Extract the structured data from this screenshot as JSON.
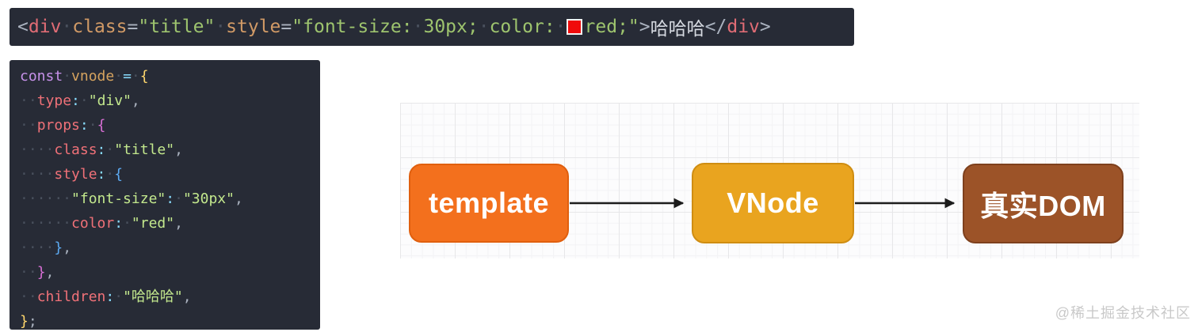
{
  "colors": {
    "editor_bg": "#272b36",
    "keyword": "#c792ea",
    "variable": "#d6a35f",
    "operator": "#89ddff",
    "key": "#f07178",
    "string": "#c3e88d",
    "string_html": "#9ec46e",
    "tag": "#e06c75",
    "attribute": "#d19a66",
    "punctuation": "#aab2bf",
    "plain_text": "#d5d9e0",
    "bracket_yellow": "#ffd76d",
    "bracket_purple": "#d96fd6",
    "bracket_blue": "#5caaf2",
    "whitespace_dot": "#49505d",
    "swatch_red": "#f00a0a",
    "node_text": "#ffffff",
    "arrow": "#1c1c1c",
    "watermark": "#c9c9c9"
  },
  "top_bar": {
    "segments": [
      {
        "t": "<",
        "c": "punct"
      },
      {
        "t": "div",
        "c": "tag"
      },
      {
        "t": "·",
        "c": "ws"
      },
      {
        "t": "class",
        "c": "attr"
      },
      {
        "t": "=",
        "c": "punct"
      },
      {
        "t": "\"title\"",
        "c": "str2"
      },
      {
        "t": "·",
        "c": "ws"
      },
      {
        "t": "style",
        "c": "attr"
      },
      {
        "t": "=",
        "c": "punct"
      },
      {
        "t": "\"font-size:",
        "c": "str2"
      },
      {
        "t": "·",
        "c": "ws"
      },
      {
        "t": "30px;",
        "c": "str2"
      },
      {
        "t": "·",
        "c": "ws"
      },
      {
        "t": "color:",
        "c": "str2"
      },
      {
        "t": "·",
        "c": "ws"
      },
      {
        "t": "",
        "c": "swatch"
      },
      {
        "t": "red;\"",
        "c": "str2"
      },
      {
        "t": ">",
        "c": "punct"
      },
      {
        "t": "哈哈哈",
        "c": "text"
      },
      {
        "t": "</",
        "c": "punct"
      },
      {
        "t": "div",
        "c": "tag"
      },
      {
        "t": ">",
        "c": "punct"
      }
    ]
  },
  "code_block": {
    "lines": [
      [
        {
          "t": "const",
          "c": "kw"
        },
        {
          "t": "·",
          "c": "ws"
        },
        {
          "t": "vnode",
          "c": "var"
        },
        {
          "t": "·",
          "c": "ws"
        },
        {
          "t": "=",
          "c": "op"
        },
        {
          "t": "·",
          "c": "ws"
        },
        {
          "t": "{",
          "c": "b1"
        }
      ],
      [
        {
          "t": "··",
          "c": "ws"
        },
        {
          "t": "type",
          "c": "key"
        },
        {
          "t": ":",
          "c": "op"
        },
        {
          "t": "·",
          "c": "ws"
        },
        {
          "t": "\"div\"",
          "c": "str"
        },
        {
          "t": ",",
          "c": "punct"
        }
      ],
      [
        {
          "t": "··",
          "c": "ws"
        },
        {
          "t": "props",
          "c": "key"
        },
        {
          "t": ":",
          "c": "op"
        },
        {
          "t": "·",
          "c": "ws"
        },
        {
          "t": "{",
          "c": "b2"
        }
      ],
      [
        {
          "t": "····",
          "c": "ws"
        },
        {
          "t": "class",
          "c": "key"
        },
        {
          "t": ":",
          "c": "op"
        },
        {
          "t": "·",
          "c": "ws"
        },
        {
          "t": "\"title\"",
          "c": "str"
        },
        {
          "t": ",",
          "c": "punct"
        }
      ],
      [
        {
          "t": "····",
          "c": "ws"
        },
        {
          "t": "style",
          "c": "key"
        },
        {
          "t": ":",
          "c": "op"
        },
        {
          "t": "·",
          "c": "ws"
        },
        {
          "t": "{",
          "c": "b3"
        }
      ],
      [
        {
          "t": "······",
          "c": "ws"
        },
        {
          "t": "\"font-size\"",
          "c": "str"
        },
        {
          "t": ":",
          "c": "op"
        },
        {
          "t": "·",
          "c": "ws"
        },
        {
          "t": "\"30px\"",
          "c": "str"
        },
        {
          "t": ",",
          "c": "punct"
        }
      ],
      [
        {
          "t": "······",
          "c": "ws"
        },
        {
          "t": "color",
          "c": "key"
        },
        {
          "t": ":",
          "c": "op"
        },
        {
          "t": "·",
          "c": "ws"
        },
        {
          "t": "\"red\"",
          "c": "str"
        },
        {
          "t": ",",
          "c": "punct"
        }
      ],
      [
        {
          "t": "····",
          "c": "ws"
        },
        {
          "t": "}",
          "c": "b3"
        },
        {
          "t": ",",
          "c": "punct"
        }
      ],
      [
        {
          "t": "··",
          "c": "ws"
        },
        {
          "t": "}",
          "c": "b2"
        },
        {
          "t": ",",
          "c": "punct"
        }
      ],
      [
        {
          "t": "··",
          "c": "ws"
        },
        {
          "t": "children",
          "c": "key"
        },
        {
          "t": ":",
          "c": "op"
        },
        {
          "t": "·",
          "c": "ws"
        },
        {
          "t": "\"哈哈哈\"",
          "c": "str"
        },
        {
          "t": ",",
          "c": "punct"
        }
      ],
      [
        {
          "t": "}",
          "c": "b1"
        },
        {
          "t": ";",
          "c": "punct"
        }
      ]
    ]
  },
  "diagram": {
    "nodes": [
      {
        "label": "template",
        "bg": "#f3701d",
        "border": "#e05f0e"
      },
      {
        "label": "VNode",
        "bg": "#e9a41f",
        "border": "#cf8d12"
      },
      {
        "label": "真实DOM",
        "bg": "#9c5328",
        "border": "#7e401d"
      }
    ]
  },
  "watermark": {
    "text": "@稀土掘金技术社区"
  }
}
